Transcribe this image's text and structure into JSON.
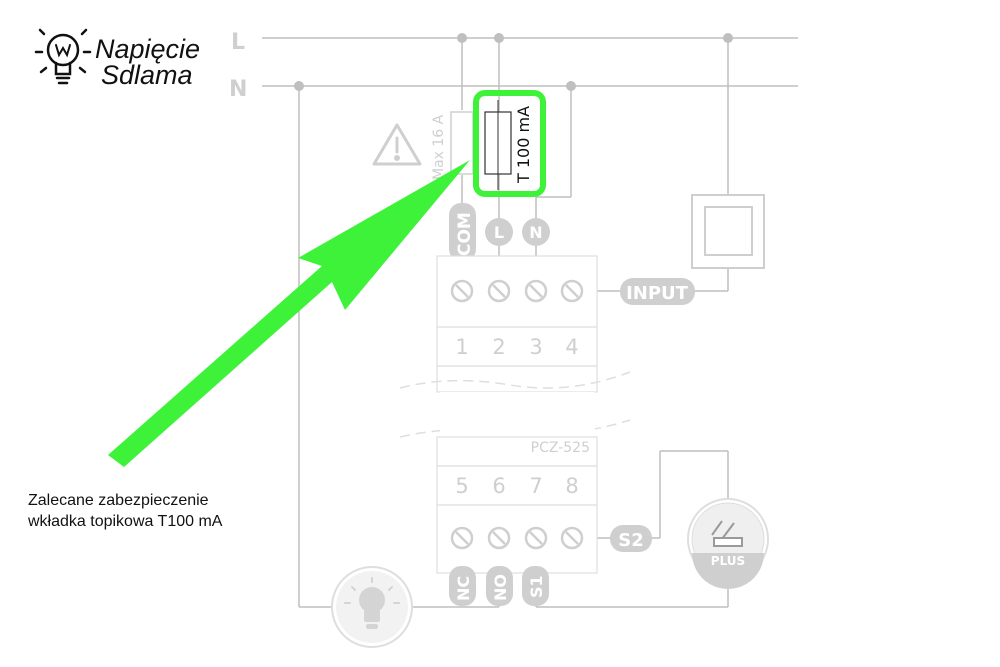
{
  "logo": {
    "line1": "Napięcie",
    "line2": "Sdlama"
  },
  "bus": {
    "line_label": "L",
    "neutral_label": "N"
  },
  "fuse": {
    "label": "T 100 mA",
    "breaker_label": "Max 16 A"
  },
  "terminals_top": {
    "badges": [
      "COM",
      "L",
      "N"
    ],
    "numbers": [
      "1",
      "2",
      "3",
      "4"
    ],
    "input_label": "INPUT"
  },
  "terminals_bottom": {
    "model": "PCZ-525",
    "numbers": [
      "5",
      "6",
      "7",
      "8"
    ],
    "badges": [
      "NC",
      "NO",
      "S1"
    ],
    "s2_label": "S2",
    "sensor_label": "PLUS"
  },
  "caption": {
    "line1": "Zalecane zabezpieczenie",
    "line2": "wkładka topikowa T100 mA"
  },
  "colors": {
    "highlight": "#3ef23a",
    "wire": "#bfbfbf",
    "badge": "#cfcfcf",
    "bus_text": "#cfcfcf"
  }
}
